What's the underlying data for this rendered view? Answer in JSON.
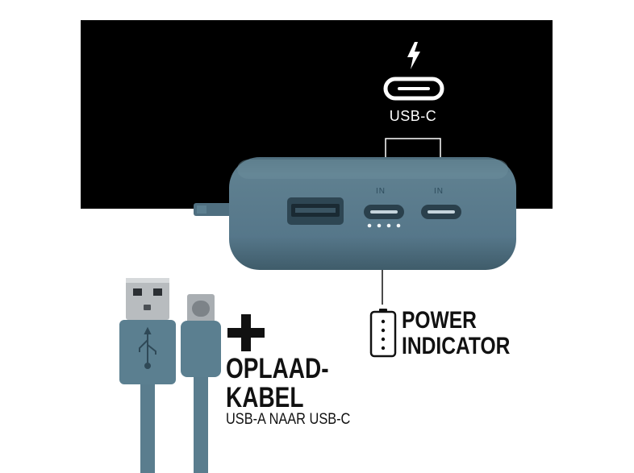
{
  "port_label": "USB-C",
  "input_marks": [
    "IN",
    "IN"
  ],
  "power_indicator": {
    "line1": "POWER",
    "line2": "INDICATOR"
  },
  "cable": {
    "line1": "OPLAAD-",
    "line2": "KABEL",
    "subtitle": "USB-A NAAR USB-C"
  },
  "colors": {
    "background": "#ffffff",
    "panel": "#000000",
    "device": "#557585",
    "cable": "#5a7d8e",
    "text": "#111111"
  },
  "icons": [
    "lightning-icon",
    "usb-c-port-icon",
    "battery-icon",
    "usb-symbol-icon",
    "plus-icon"
  ]
}
